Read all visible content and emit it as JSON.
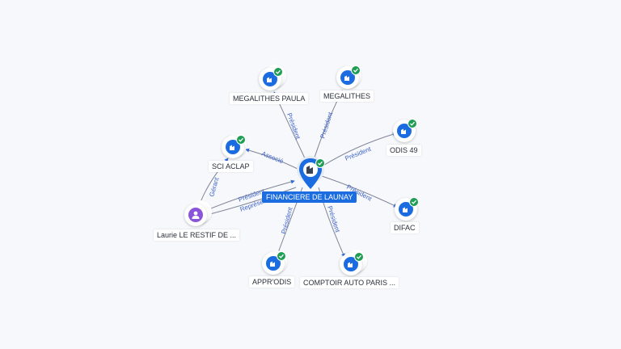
{
  "center": {
    "label": "FINANCIERE DE LAUNAY",
    "icon": "building-icon"
  },
  "nodes": [
    {
      "id": "megalithes-paula",
      "label": "MEGALITHES PAULA",
      "icon": "building-icon",
      "verified": true
    },
    {
      "id": "megalithes",
      "label": "MEGALITHES",
      "icon": "building-icon",
      "verified": true
    },
    {
      "id": "odis-49",
      "label": "ODIS 49",
      "icon": "building-icon",
      "verified": true
    },
    {
      "id": "sci-aclap",
      "label": "SCI ACLAP",
      "icon": "building-icon",
      "verified": true
    },
    {
      "id": "difac",
      "label": "DIFAC",
      "icon": "building-icon",
      "verified": true
    },
    {
      "id": "laurie",
      "label": "Laurie LE RESTIF DE ...",
      "icon": "person-icon",
      "verified": false
    },
    {
      "id": "appr-odis",
      "label": "APPR'ODIS",
      "icon": "building-icon",
      "verified": true
    },
    {
      "id": "comptoir",
      "label": "COMPTOIR AUTO PARIS ...",
      "icon": "building-icon",
      "verified": true
    }
  ],
  "edges": [
    {
      "from": "center",
      "to": "megalithes-paula",
      "label": "Président"
    },
    {
      "from": "center",
      "to": "megalithes",
      "label": "Président"
    },
    {
      "from": "center",
      "to": "odis-49",
      "label": "Président"
    },
    {
      "from": "center",
      "to": "sci-aclap",
      "label": "Associé"
    },
    {
      "from": "center",
      "to": "difac",
      "label": "Président"
    },
    {
      "from": "laurie",
      "to": "center",
      "label": "Président"
    },
    {
      "from": "laurie",
      "to": "center",
      "label": "Représentant"
    },
    {
      "from": "laurie",
      "to": "sci-aclap",
      "label": "Gérant"
    },
    {
      "from": "center",
      "to": "appr-odis",
      "label": "Président"
    },
    {
      "from": "center",
      "to": "comptoir",
      "label": "Président"
    }
  ],
  "colors": {
    "accent": "#1a6ce0",
    "verified": "#1f9d55",
    "person": "#8b55d9",
    "edge_label": "#3d63c9"
  }
}
